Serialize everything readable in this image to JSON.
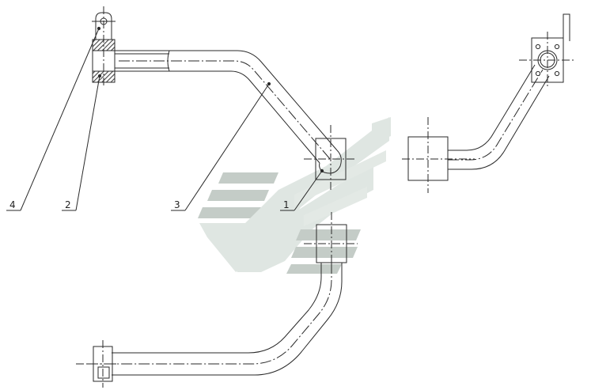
{
  "colors": {
    "line": "#2a2a2a",
    "centerline": "#2a2a2a",
    "hatch": "#555555",
    "watermark_light": "#dfe6e2",
    "watermark_dark": "#bcc6c0",
    "background": "#ffffff"
  },
  "callouts": [
    {
      "id": "callout-4",
      "label": "4"
    },
    {
      "id": "callout-2",
      "label": "2"
    },
    {
      "id": "callout-3",
      "label": "3"
    },
    {
      "id": "callout-1",
      "label": "1"
    }
  ]
}
